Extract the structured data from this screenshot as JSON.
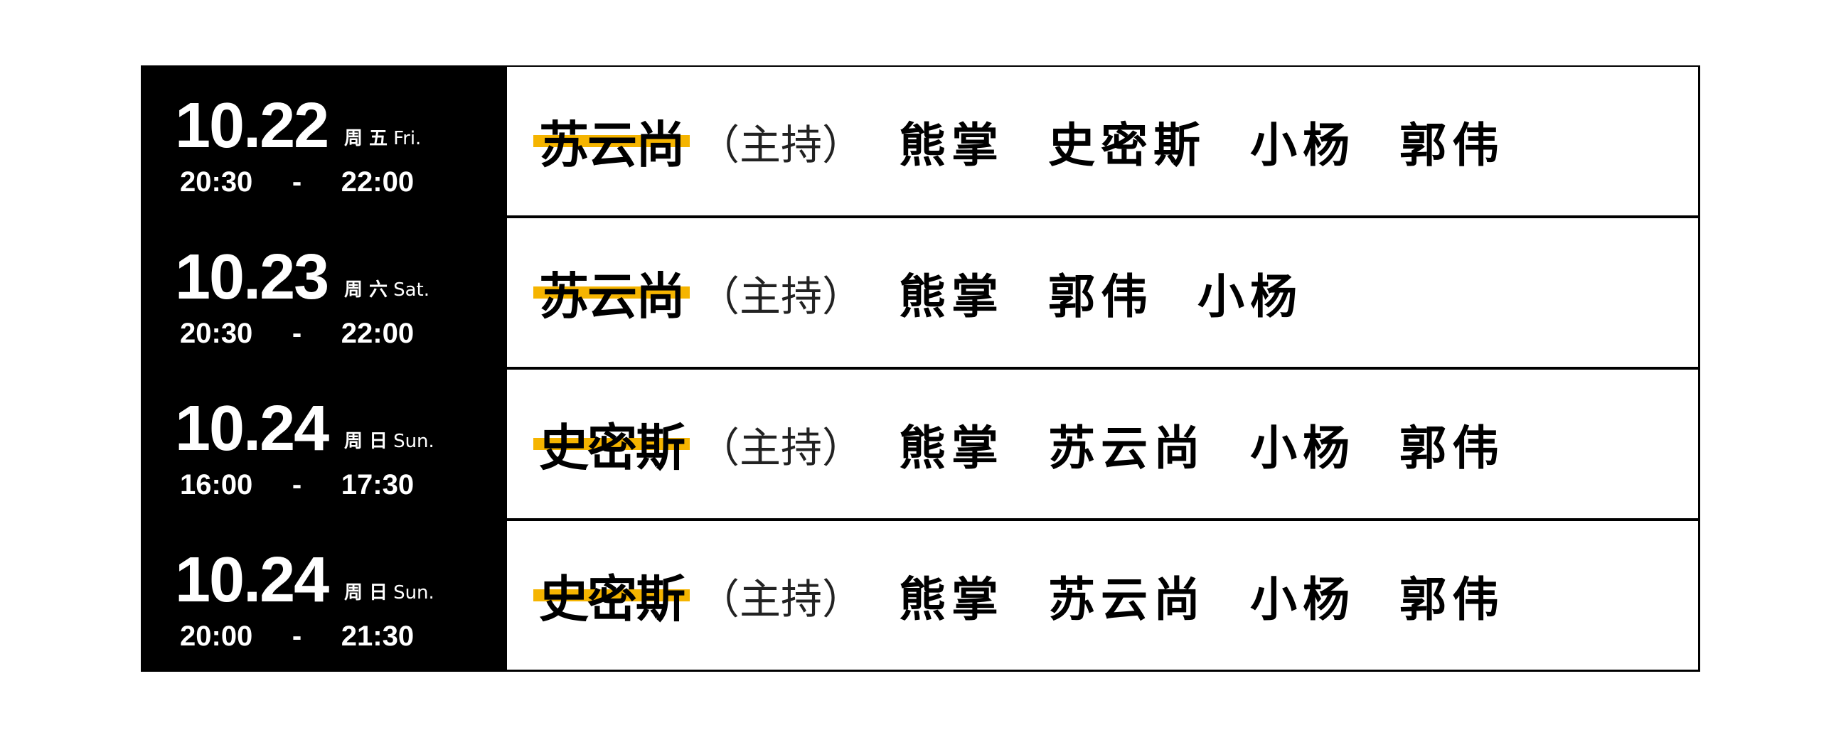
{
  "accent_color": "#f5b400",
  "rows": [
    {
      "date": "10.22",
      "weekday_cn": "周 五",
      "weekday_en": "Fri.",
      "start": "20:30",
      "end": "22:00",
      "host": "苏云尚",
      "role": "（主持）",
      "members": [
        "熊掌",
        "史密斯",
        "小杨",
        "郭伟"
      ]
    },
    {
      "date": "10.23",
      "weekday_cn": "周 六",
      "weekday_en": "Sat.",
      "start": "20:30",
      "end": "22:00",
      "host": "苏云尚",
      "role": "（主持）",
      "members": [
        "熊掌",
        "郭伟",
        "小杨"
      ]
    },
    {
      "date": "10.24",
      "weekday_cn": "周 日",
      "weekday_en": "Sun.",
      "start": "16:00",
      "end": "17:30",
      "host": "史密斯",
      "role": "（主持）",
      "members": [
        "熊掌",
        "苏云尚",
        "小杨",
        "郭伟"
      ]
    },
    {
      "date": "10.24",
      "weekday_cn": "周 日",
      "weekday_en": "Sun.",
      "start": "20:00",
      "end": "21:30",
      "host": "史密斯",
      "role": "（主持）",
      "members": [
        "熊掌",
        "苏云尚",
        "小杨",
        "郭伟"
      ]
    }
  ]
}
